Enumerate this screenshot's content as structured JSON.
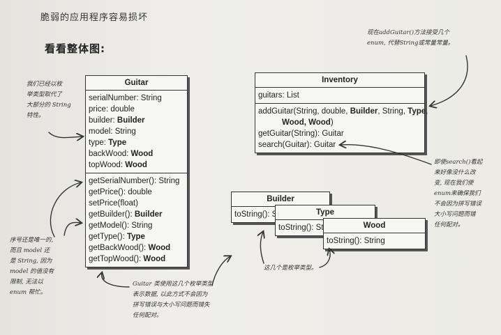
{
  "header": "脆弱的应用程序容易损坏",
  "subhead": "看看整体图:",
  "guitar": {
    "title": "Guitar",
    "attributes": [
      {
        "name": "serialNumber",
        "type": "String",
        "bold": false
      },
      {
        "name": "price",
        "type": "double",
        "bold": false
      },
      {
        "name": "builder",
        "type": "Builder",
        "bold": true
      },
      {
        "name": "model",
        "type": "String",
        "bold": false
      },
      {
        "name": "type",
        "type": "Type",
        "bold": true
      },
      {
        "name": "backWood",
        "type": "Wood",
        "bold": true
      },
      {
        "name": "topWood",
        "type": "Wood",
        "bold": true
      }
    ],
    "methods": [
      {
        "name": "getSerialNumber()",
        "type": "String",
        "bold": false
      },
      {
        "name": "getPrice()",
        "type": "double",
        "bold": false
      },
      {
        "name": "setPrice(float)",
        "type": "",
        "bold": false
      },
      {
        "name": "getBuilder()",
        "type": "Builder",
        "bold": true
      },
      {
        "name": "getModel()",
        "type": "String",
        "bold": false
      },
      {
        "name": "getType()",
        "type": "Type",
        "bold": true
      },
      {
        "name": "getBackWood()",
        "type": "Wood",
        "bold": true
      },
      {
        "name": "getTopWood()",
        "type": "Wood",
        "bold": true
      }
    ]
  },
  "inventory": {
    "title": "Inventory",
    "attribute": "guitars: List",
    "methods": {
      "add_1": "addGuitar(String, double, ",
      "add_builder": "Builder",
      "add_2": ", String, ",
      "add_type": "Type",
      "add_3": ",",
      "add_wood": "Wood, Wood",
      "add_4": ")",
      "get": "getGuitar(String): Guitar",
      "search": "search(Guitar): Guitar"
    }
  },
  "builder": {
    "title": "Builder",
    "method": "toString(): St"
  },
  "type": {
    "title": "Type",
    "method": "toString(): Stri"
  },
  "wood": {
    "title": "Wood",
    "method": "toString(): String"
  },
  "notes": {
    "enum_replace": [
      "我们已经以枚",
      "举类型取代了",
      "大部分的 String",
      "特性。"
    ],
    "serial_model": [
      "序号还是唯一的,",
      "而且 model 还",
      "是 String, 因为",
      "model 的值没有",
      "限制, 无法以",
      "enum 帮忙。"
    ],
    "guitar_uses": [
      "Guitar 类使用这几个枚举类型",
      "表示数据, 以此方式不会因为",
      "拼写错误与大小写问题而错失",
      "任何配对。"
    ],
    "enum_types": "这几个是枚举类型。",
    "add_guitar": [
      "现在addGuitar()方法接受几个",
      "enum, 代替String或常量常量。"
    ],
    "search": [
      "即使search()看起",
      "来好像没什么改",
      "变, 现在我们使",
      "enum来确保我们",
      "不会因为拼写错误",
      "大小写问题而错",
      "任何配对。"
    ]
  }
}
